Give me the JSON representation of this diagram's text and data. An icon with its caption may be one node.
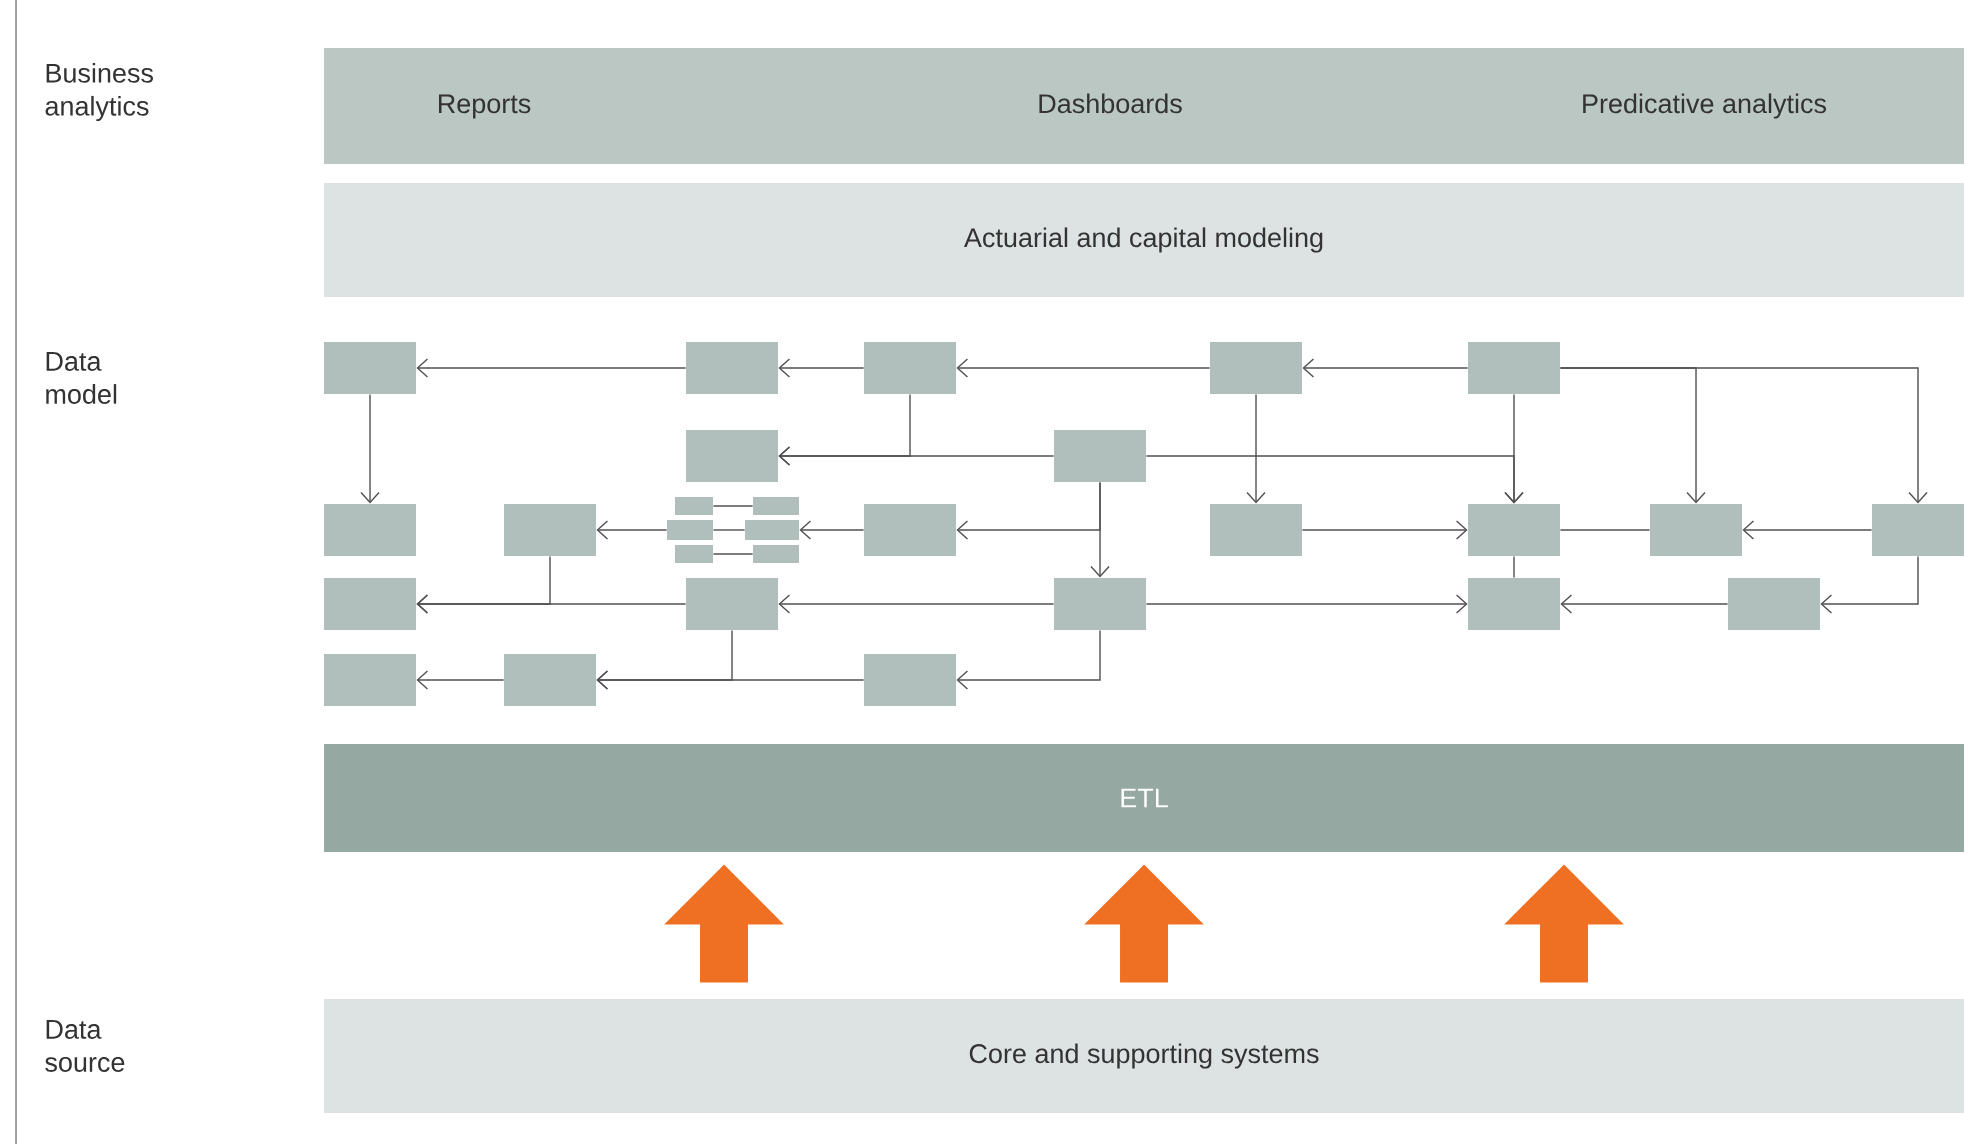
{
  "diagram": {
    "nodes": [
      {
        "text": [
          "Reports",
          "Dashboards",
          "Predicative analytics"
        ]
      },
      {
        "text": [
          "Actuarial and capital modeling"
        ]
      },
      {
        "text": [
          "ETL"
        ]
      },
      {
        "text": [
          "Core and supporting systems"
        ]
      },
      {
        "text": [],
        "shape": "box"
      },
      {
        "text": [],
        "shape": "box"
      },
      {
        "text": [],
        "shape": "box"
      },
      {
        "text": [],
        "shape": "box"
      },
      {
        "text": [],
        "shape": "box"
      },
      {
        "text": [],
        "shape": "box"
      },
      {
        "text": [],
        "shape": "box"
      },
      {
        "text": [],
        "shape": "box"
      },
      {
        "text": [],
        "shape": "box"
      },
      {
        "text": [],
        "shape": "box"
      },
      {
        "text": [],
        "shape": "box"
      },
      {
        "text": [],
        "shape": "box"
      },
      {
        "text": [],
        "shape": "box"
      },
      {
        "text": [],
        "shape": "box"
      },
      {
        "text": [],
        "shape": "box"
      },
      {
        "text": [],
        "shape": "box"
      },
      {
        "text": [],
        "shape": "box"
      },
      {
        "text": [],
        "shape": "box"
      },
      {
        "text": [],
        "shape": "box"
      },
      {
        "text": [],
        "shape": "box"
      },
      {
        "text": [],
        "shape": "box"
      },
      {
        "text": [],
        "shape": "box"
      },
      {
        "text": [],
        "shape": "box"
      },
      {
        "text": [],
        "shape": "box"
      },
      {
        "text": [],
        "shape": "box"
      },
      {
        "text": [],
        "shape": "box"
      },
      {
        "text": [],
        "shape": "box"
      },
      {
        "text": [],
        "shape": "box"
      }
    ],
    "edges": [
      {
        "from": 5,
        "to": 4,
        "arrow": "to"
      },
      {
        "from": 6,
        "to": 5,
        "arrow": "to"
      },
      {
        "from": 7,
        "to": 6,
        "arrow": "to"
      },
      {
        "from": 8,
        "to": 7,
        "arrow": "to"
      },
      {
        "from": 6,
        "to": 9,
        "arrow": "to"
      },
      {
        "from": 10,
        "to": 9,
        "arrow": "to"
      },
      {
        "from": 10,
        "to": 19,
        "arrow": "to"
      },
      {
        "from": 4,
        "to": 13,
        "arrow": "to"
      },
      {
        "from": 10,
        "to": 26,
        "arrow": "to"
      },
      {
        "from": 10,
        "to": 17,
        "arrow": "to"
      },
      {
        "from": 7,
        "to": 18,
        "arrow": "to"
      },
      {
        "from": 8,
        "to": 19,
        "arrow": "to"
      },
      {
        "from": 8,
        "to": 20,
        "arrow": "to"
      },
      {
        "from": 8,
        "to": 21,
        "arrow": "to"
      },
      {
        "from": 18,
        "to": 19,
        "arrow": "to"
      },
      {
        "from": 19,
        "to": 20,
        "arrow": "none"
      },
      {
        "from": 21,
        "to": 20,
        "arrow": "to"
      },
      {
        "from": 19,
        "to": 27,
        "arrow": "none"
      },
      {
        "from": 21,
        "to": 28,
        "arrow": "to"
      },
      {
        "from": 28,
        "to": 27,
        "arrow": "to"
      },
      {
        "from": 26,
        "to": 27,
        "arrow": "to"
      },
      {
        "from": 26,
        "to": 25,
        "arrow": "to"
      },
      {
        "from": 25,
        "to": 24,
        "arrow": "to"
      },
      {
        "from": 14,
        "to": 24,
        "arrow": "to"
      },
      {
        "from": 26,
        "to": 31,
        "arrow": "to"
      },
      {
        "from": 31,
        "to": 30,
        "arrow": "to"
      },
      {
        "from": 25,
        "to": 30,
        "arrow": "to"
      },
      {
        "from": 30,
        "to": 29,
        "arrow": "to"
      },
      {
        "from": 17,
        "to": 16,
        "arrow": "to"
      },
      {
        "from": 15,
        "to": 14,
        "arrow": "to"
      },
      {
        "from": 11,
        "to": 12,
        "arrow": "none"
      },
      {
        "from": 15,
        "to": 16,
        "arrow": "none"
      },
      {
        "from": 22,
        "to": 23,
        "arrow": "none"
      },
      {
        "from": 3,
        "to": 2,
        "arrow": "to",
        "style": "thick",
        "color": "#f07023"
      },
      {
        "from": 3,
        "to": 2,
        "arrow": "to",
        "style": "thick",
        "color": "#f07023"
      },
      {
        "from": 3,
        "to": 2,
        "arrow": "to",
        "style": "thick",
        "color": "#f07023"
      }
    ],
    "labels": [
      "Business analytics",
      "Data model",
      "Data source"
    ]
  }
}
